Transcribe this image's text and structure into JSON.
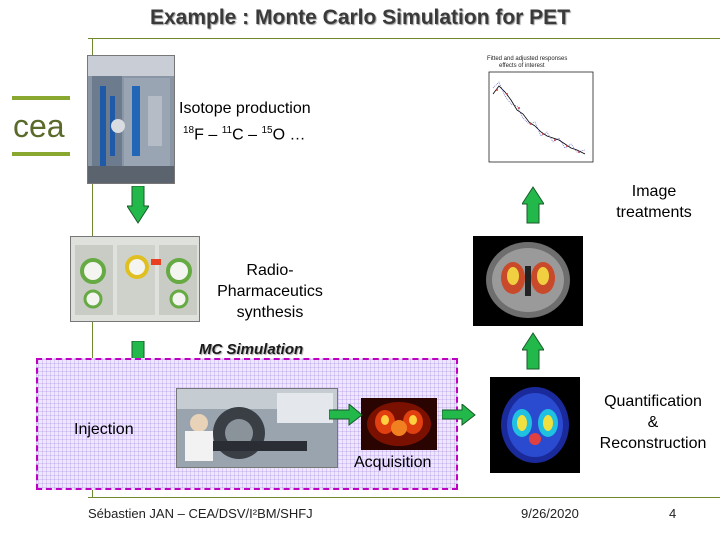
{
  "title": "Example : Monte Carlo Simulation for PET",
  "logo": {
    "text": "cea",
    "color": "#8aa830"
  },
  "isotope": {
    "heading": "Isotope production",
    "formula": [
      {
        "sup": "18",
        "sym": "F"
      },
      {
        "sup": "11",
        "sym": "C"
      },
      {
        "sup": "15",
        "sym": "O"
      }
    ],
    "separator": " – ",
    "ellipsis": " …"
  },
  "radio": {
    "line1": "Radio-Pharmaceutics",
    "line2": "synthesis"
  },
  "image_treatments": {
    "line1": "Image",
    "line2": "treatments"
  },
  "mc_simulation": "MC Simulation",
  "injection": "Injection",
  "acquisition": "Acquisition",
  "quantification": {
    "line1": "Quantification",
    "line2": "&",
    "line3": "Reconstruction"
  },
  "plot": {
    "title_line1": "Fitted and adjusted responses",
    "title_line2": "effects of interest"
  },
  "footer": {
    "author": "Sébastien JAN – CEA/DSV/I²BM/SHFJ",
    "date": "9/26/2020",
    "page": "4"
  },
  "colors": {
    "arrow_fill": "#22b84a",
    "arrow_stroke": "#1a5a2a",
    "frame": "#c000c0"
  }
}
